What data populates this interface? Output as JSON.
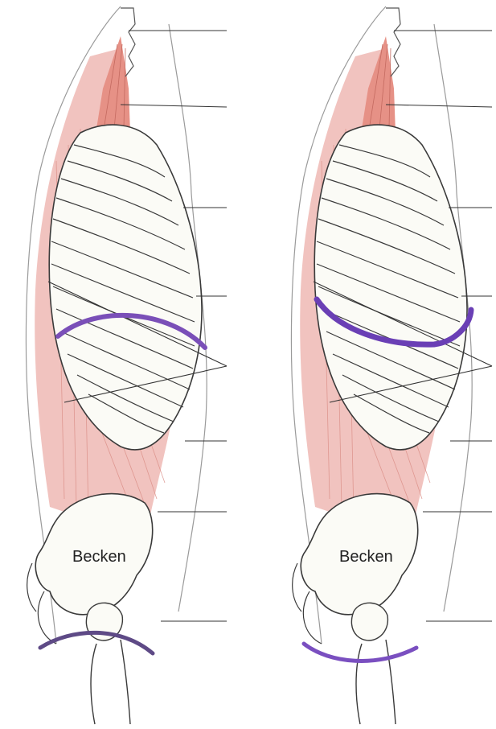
{
  "figure": {
    "panels": [
      {
        "id": "left",
        "pelvis_label": "Becken",
        "belt_color": "#7a4fb8",
        "lower_belt_color": "#5e4a86"
      },
      {
        "id": "right",
        "pelvis_label": "Becken",
        "belt_color": "#6a3fb5",
        "lower_belt_color": "#7a4fc0"
      }
    ],
    "colors": {
      "muscle": "#eeb9b4",
      "muscle_dark": "#e69186",
      "outline": "#3a3a3a",
      "bone_fill": "#fbfbf6",
      "leader": "#333333"
    }
  }
}
